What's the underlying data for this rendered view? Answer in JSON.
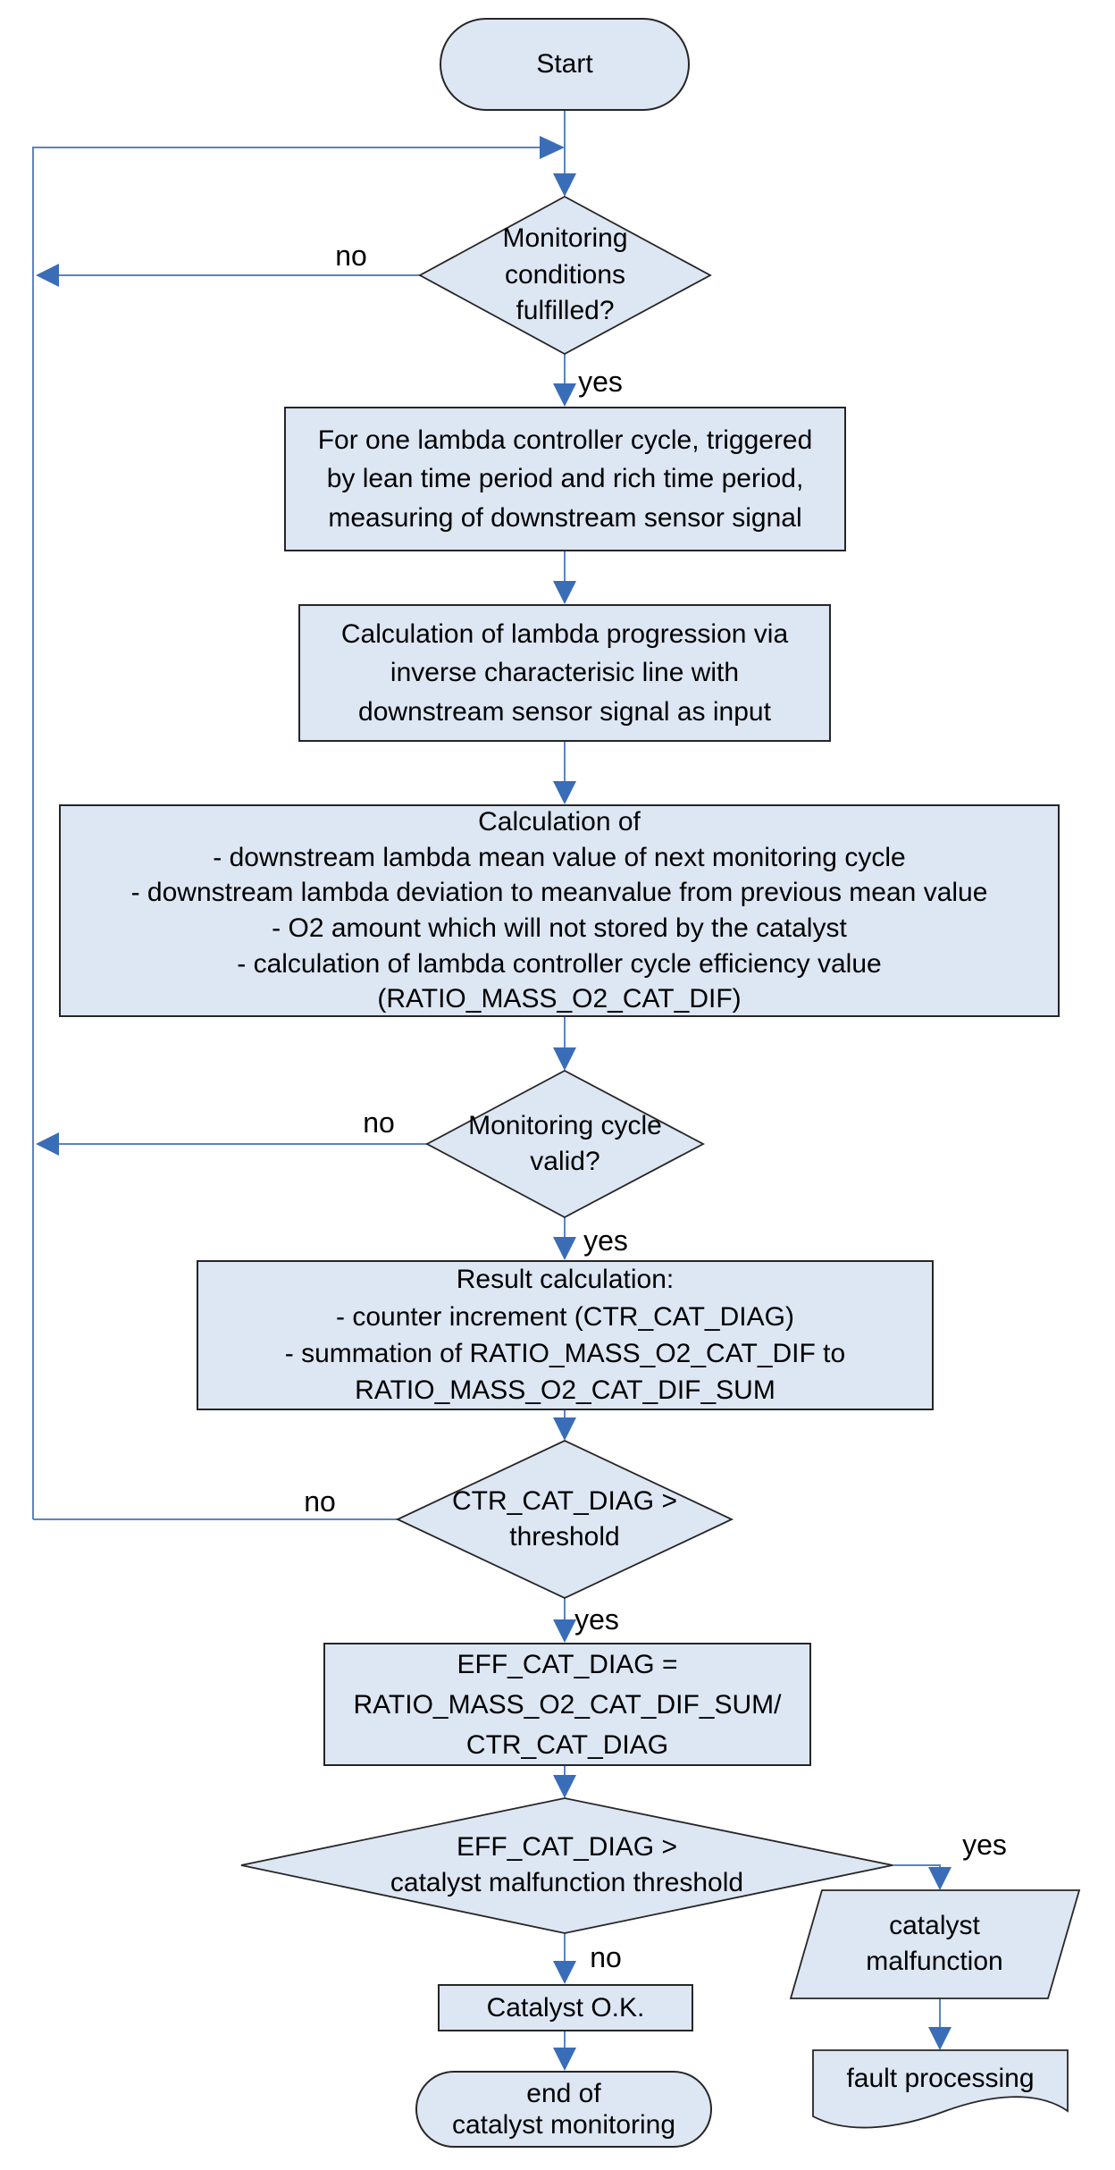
{
  "colors": {
    "node_fill": "#dde6f3",
    "node_border": "#262626",
    "connector": "#5b84c0",
    "arrowhead": "#3a6db8",
    "text": "#000000",
    "page_bg": "#ffffff"
  },
  "nodes": {
    "start": {
      "label": "Start"
    },
    "d1": {
      "label": "Monitoring\nconditions\nfulfilled?",
      "no": "no",
      "yes": "yes"
    },
    "p1": {
      "label": "For one lambda controller cycle, triggered\nby lean time period and rich time period,\nmeasuring of downstream sensor signal"
    },
    "p2": {
      "label": "Calculation of lambda progression via\ninverse characterisic line with\ndownstream sensor signal as input"
    },
    "p3": {
      "label": "Calculation of\n- downstream lambda mean value of next monitoring cycle\n- downstream lambda deviation to meanvalue from previous mean value\n- O2 amount which will not stored by the catalyst\n- calculation of lambda controller cycle efficiency value\n(RATIO_MASS_O2_CAT_DIF)"
    },
    "d2": {
      "label": "Monitoring cycle\nvalid?",
      "no": "no",
      "yes": "yes"
    },
    "p4": {
      "label": "Result calculation:\n- counter increment (CTR_CAT_DIAG)\n- summation of RATIO_MASS_O2_CAT_DIF to\nRATIO_MASS_O2_CAT_DIF_SUM"
    },
    "d3": {
      "label": "CTR_CAT_DIAG >\nthreshold",
      "no": "no",
      "yes": "yes"
    },
    "p5": {
      "label": "EFF_CAT_DIAG =\nRATIO_MASS_O2_CAT_DIF_SUM/\nCTR_CAT_DIAG"
    },
    "d4": {
      "label": "EFF_CAT_DIAG >\ncatalyst malfunction threshold",
      "no": "no",
      "yes": "yes"
    },
    "ok": {
      "label": "Catalyst O.K."
    },
    "end": {
      "label": "end of\ncatalyst monitoring"
    },
    "malfunction": {
      "label": "catalyst\nmalfunction"
    },
    "fault": {
      "label": "fault processing"
    }
  }
}
